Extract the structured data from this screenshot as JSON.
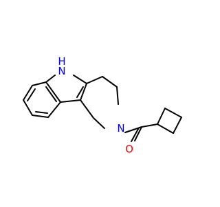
{
  "molecule": {
    "atoms": [
      {
        "symbol": "H",
        "color": "#0000ff"
      },
      {
        "symbol": "N",
        "color": "#0000ff"
      },
      {
        "symbol": "N",
        "color": "#0000ff"
      },
      {
        "symbol": "O",
        "color": "#ff0000"
      }
    ],
    "bond_color": "#000000"
  }
}
